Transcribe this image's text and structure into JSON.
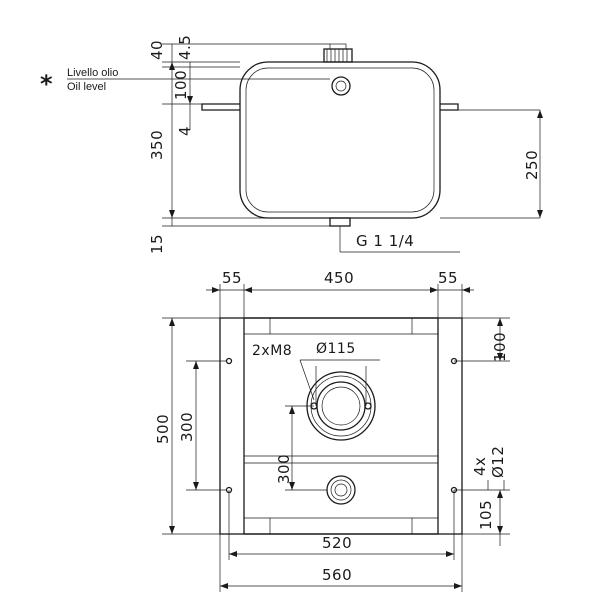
{
  "oil_level_note": {
    "marker": "*",
    "italian": "Livello olio",
    "english": "Oil level"
  },
  "side_view": {
    "dims": {
      "d40": "40",
      "d4_5": "4.5",
      "d100": "100",
      "d4": "4",
      "d350": "350",
      "d15": "15",
      "d250": "250"
    },
    "thread": "G 1 1/4"
  },
  "top_view": {
    "dims": {
      "left_55": "55",
      "d450": "450",
      "right_55": "55",
      "d100": "100",
      "bolts": "2xM8",
      "dia115": "Ø115",
      "d500": "500",
      "d300_outer": "300",
      "d300_inner": "300",
      "holes": "4x",
      "dia12": "Ø12",
      "d105": "105",
      "d520": "520",
      "d560": "560"
    }
  }
}
